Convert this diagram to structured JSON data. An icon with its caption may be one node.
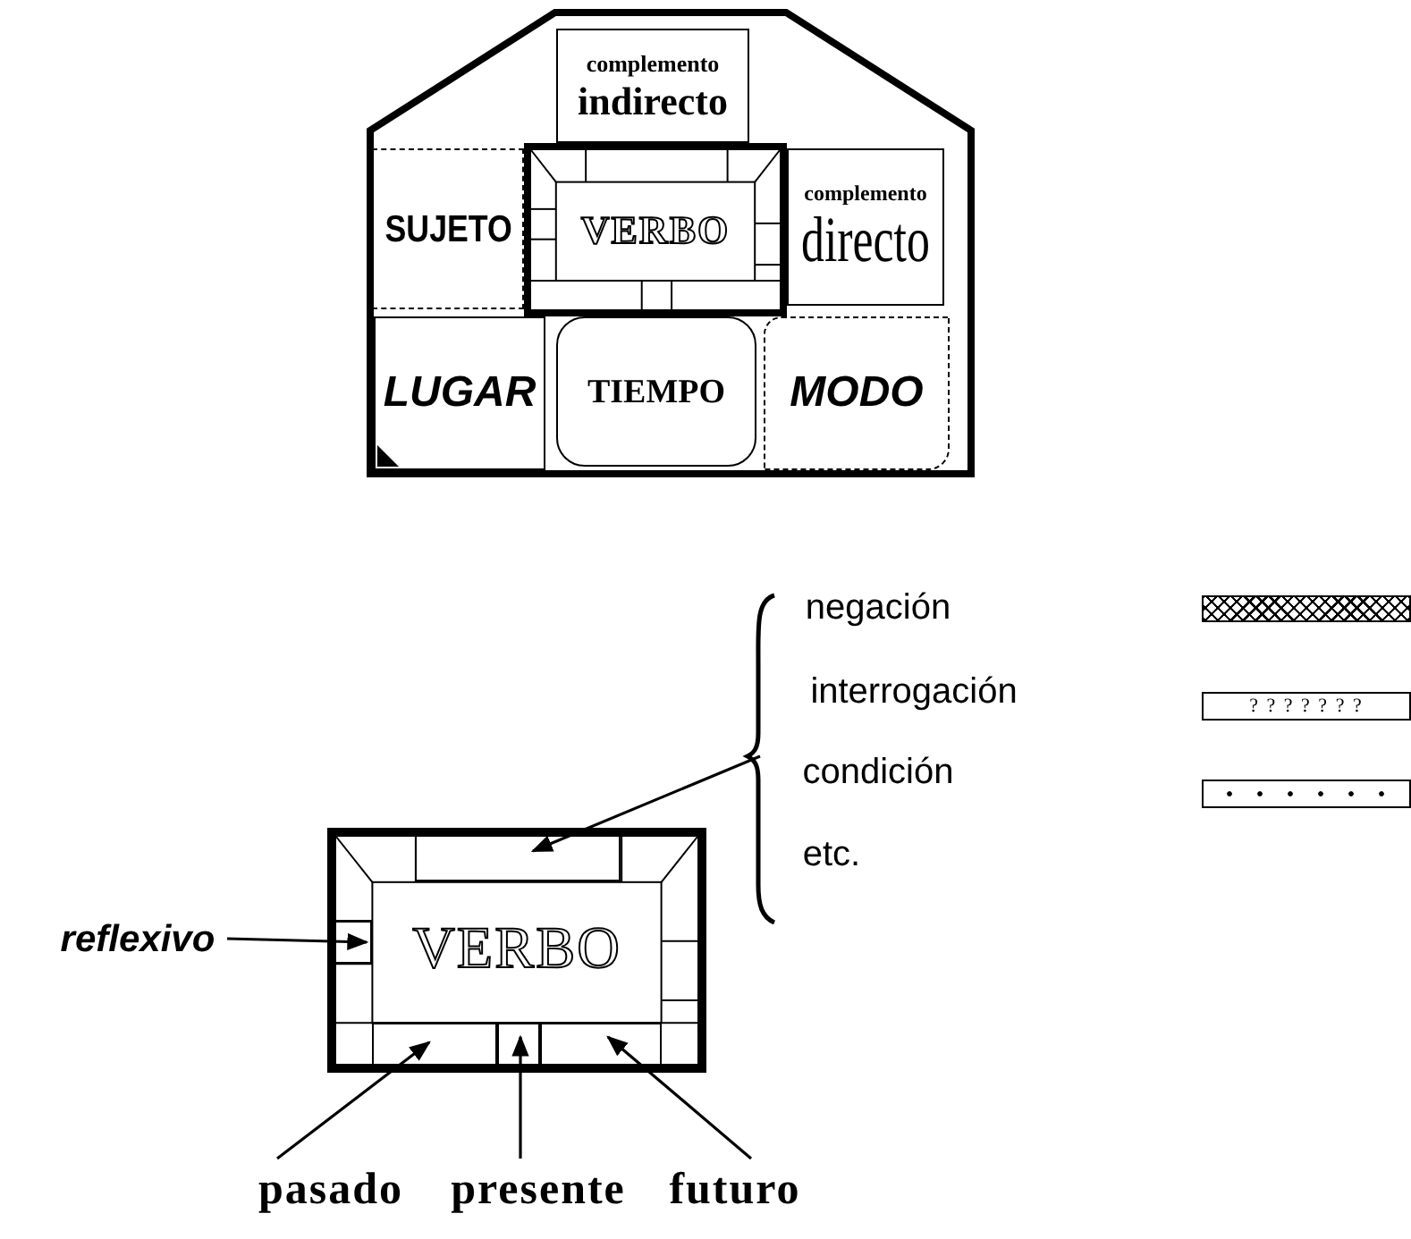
{
  "diagram": {
    "nodes": [
      {
        "text": [],
        "shape": "house"
      },
      {
        "text": [
          "complemento",
          "indirecto"
        ],
        "in": 0
      },
      {
        "text": [
          "SUJETO"
        ],
        "in": 0
      },
      {
        "text": [
          "VERBO"
        ],
        "in": 0
      },
      {
        "text": [
          "complemento",
          "directo"
        ],
        "in": 0
      },
      {
        "text": [
          "LUGAR"
        ],
        "in": 0
      },
      {
        "text": [
          "TIEMPO"
        ],
        "in": 0
      },
      {
        "text": [
          "MODO"
        ],
        "in": 0
      },
      {
        "text": [
          "negación"
        ]
      },
      {
        "text": [],
        "shape": "bar"
      },
      {
        "text": [
          "interrogación"
        ]
      },
      {
        "text": [
          "? ? ? ? ? ? ?"
        ]
      },
      {
        "text": [
          "condición"
        ]
      },
      {
        "text": [],
        "shape": "bar"
      },
      {
        "text": [
          "etc."
        ]
      },
      {
        "text": [
          "reflexivo"
        ]
      },
      {
        "text": [
          "VERBO"
        ]
      },
      {
        "text": [],
        "shape": "box",
        "in": 16
      },
      {
        "text": [],
        "shape": "box",
        "in": 16
      },
      {
        "text": [],
        "shape": "box",
        "in": 16
      },
      {
        "text": [],
        "shape": "box",
        "in": 16
      },
      {
        "text": [],
        "shape": "box",
        "in": 16
      },
      {
        "text": [
          "pasado"
        ]
      },
      {
        "text": [
          "presente"
        ]
      },
      {
        "text": [
          "futuro"
        ]
      }
    ],
    "edges": [
      {
        "from": null,
        "to": 17,
        "arrow": "to"
      },
      {
        "from": 15,
        "to": 18,
        "arrow": "to"
      },
      {
        "from": 22,
        "to": 19,
        "arrow": "to"
      },
      {
        "from": 23,
        "to": 20,
        "arrow": "to"
      },
      {
        "from": 24,
        "to": 21,
        "arrow": "to"
      }
    ]
  }
}
